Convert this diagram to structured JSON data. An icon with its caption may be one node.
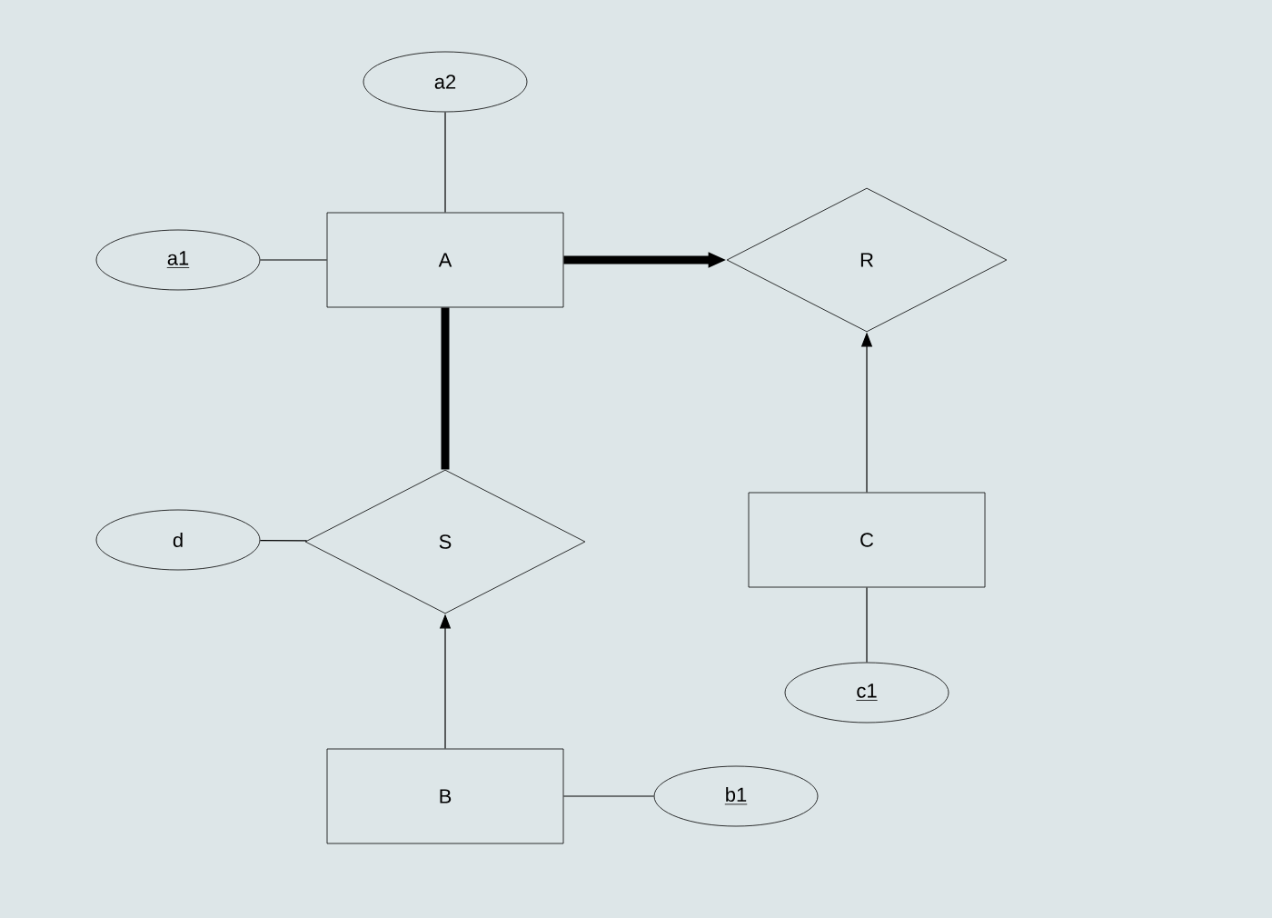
{
  "diagram": {
    "nodes": [
      {
        "text": [
          "a2"
        ]
      },
      {
        "text": [
          "a1"
        ]
      },
      {
        "text": [
          "A"
        ]
      },
      {
        "text": [
          "R"
        ]
      },
      {
        "text": [
          "d"
        ]
      },
      {
        "text": [
          "S"
        ]
      },
      {
        "text": [
          "C"
        ]
      },
      {
        "text": [
          "c1"
        ]
      },
      {
        "text": [
          "B"
        ]
      },
      {
        "text": [
          "b1"
        ]
      }
    ],
    "edges": [
      {
        "from": 0,
        "to": 2,
        "arrow": "none"
      },
      {
        "from": 1,
        "to": 2,
        "arrow": "none"
      },
      {
        "from": 2,
        "to": 3,
        "arrow": "to",
        "style": "thick"
      },
      {
        "from": 2,
        "to": 5,
        "arrow": "none",
        "style": "thick"
      },
      {
        "from": 4,
        "to": 5,
        "arrow": "none"
      },
      {
        "from": 8,
        "to": 5,
        "arrow": "to"
      },
      {
        "from": 6,
        "to": 3,
        "arrow": "to"
      },
      {
        "from": 7,
        "to": 6,
        "arrow": "none"
      },
      {
        "from": 8,
        "to": 9,
        "arrow": "none"
      }
    ]
  }
}
